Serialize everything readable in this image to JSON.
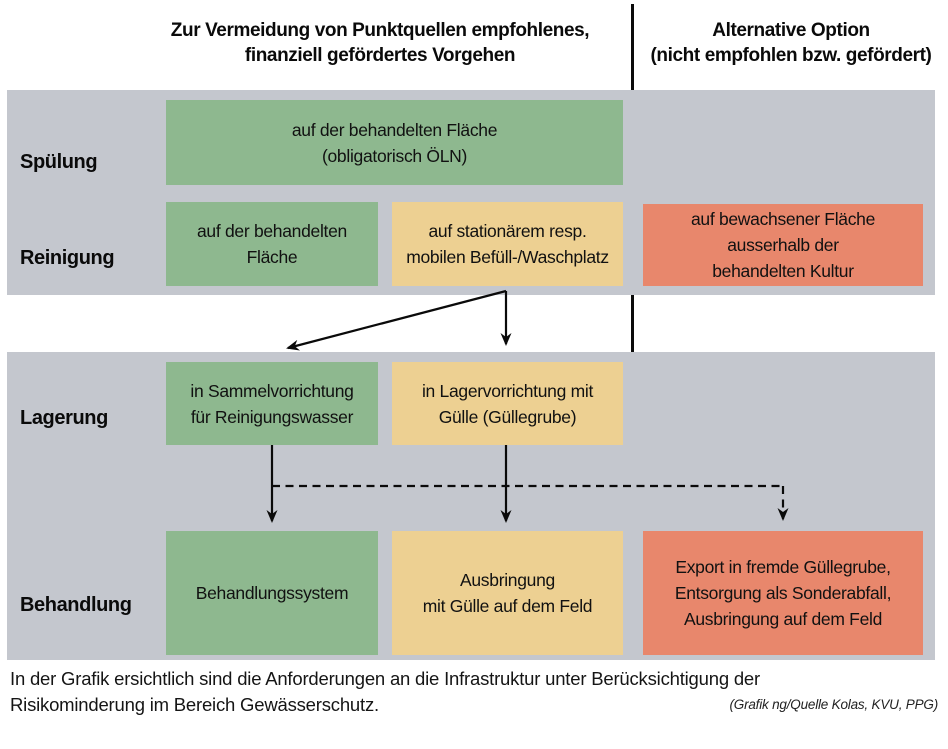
{
  "header": {
    "left_title": "Zur Vermeidung von Punktquellen empfohlenes,\nfinanziell gefördertes Vorgehen",
    "right_title": "Alternative Option\n(nicht empfohlen bzw. gefördert)"
  },
  "sections": {
    "spuelung": {
      "label": "Spülung",
      "box_green": "auf der behandelten Fläche\n(obligatorisch ÖLN)"
    },
    "reinigung": {
      "label": "Reinigung",
      "box_green": "auf der behandelten\nFläche",
      "box_yellow": "auf stationärem resp.\nmobilen Befüll-/Waschplatz",
      "box_red": "auf bewachsener Fläche\nausserhalb der\nbehandelten Kultur"
    },
    "lagerung": {
      "label": "Lagerung",
      "box_green": "in Sammelvorrichtung\nfür Reinigungswasser",
      "box_yellow": "in Lagervorrichtung mit\nGülle (Güllegrube)"
    },
    "behandlung": {
      "label": "Behandlung",
      "box_green": "Behandlungssystem",
      "box_yellow": "Ausbringung\nmit Gülle auf dem Feld",
      "box_red": "Export in fremde Güllegrube,\nEntsorgung als Sonderabfall,\nAusbringung auf dem Feld"
    }
  },
  "caption": {
    "text": "In der Grafik ersichtlich sind die Anforderungen an die Infrastruktur unter Berücksichtigung der Risikominderung im Bereich Gewässerschutz.",
    "credit": "(Grafik ng/Quelle Kolas, KVU, PPG)"
  },
  "colors": {
    "green": "#8eb88f",
    "yellow": "#edd092",
    "red": "#e8876c",
    "gray_band": "#c4c7ce",
    "line": "#0a0a0a"
  }
}
